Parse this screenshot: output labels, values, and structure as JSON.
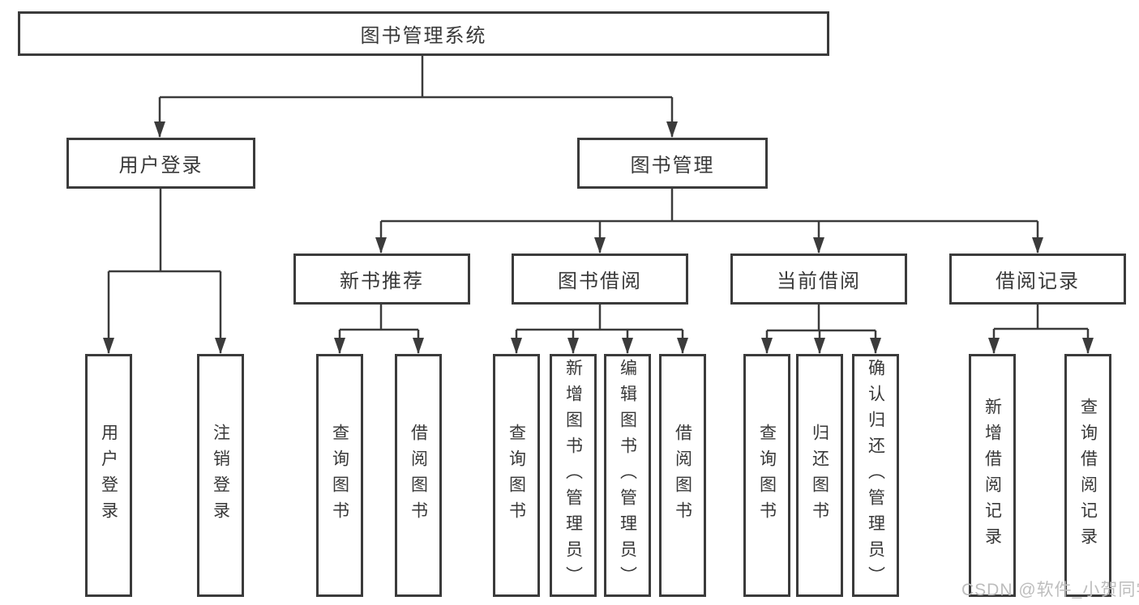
{
  "diagram": {
    "root": {
      "label": "图书管理系统"
    },
    "level2": [
      {
        "label": "用户登录"
      },
      {
        "label": "图书管理"
      }
    ],
    "level3": [
      {
        "label": "新书推荐"
      },
      {
        "label": "图书借阅"
      },
      {
        "label": "当前借阅"
      },
      {
        "label": "借阅记录"
      }
    ],
    "leaves": [
      {
        "label": "用户登录"
      },
      {
        "label": "注销登录"
      },
      {
        "label": "查询图书"
      },
      {
        "label": "借阅图书"
      },
      {
        "label": "查询图书"
      },
      {
        "label": "新增图书（管理员）"
      },
      {
        "label": "编辑图书（管理员）"
      },
      {
        "label": "借阅图书"
      },
      {
        "label": "查询图书"
      },
      {
        "label": "归还图书"
      },
      {
        "label": "确认归还（管理员）"
      },
      {
        "label": "新增借阅记录"
      },
      {
        "label": "查询借阅记录"
      }
    ]
  },
  "watermark": {
    "text": "CSDN @软件_小贺同学"
  },
  "colors": {
    "line": "#3b3b3b",
    "text": "#383838",
    "watermark": "#bdbdbd",
    "background": "#ffffff"
  }
}
